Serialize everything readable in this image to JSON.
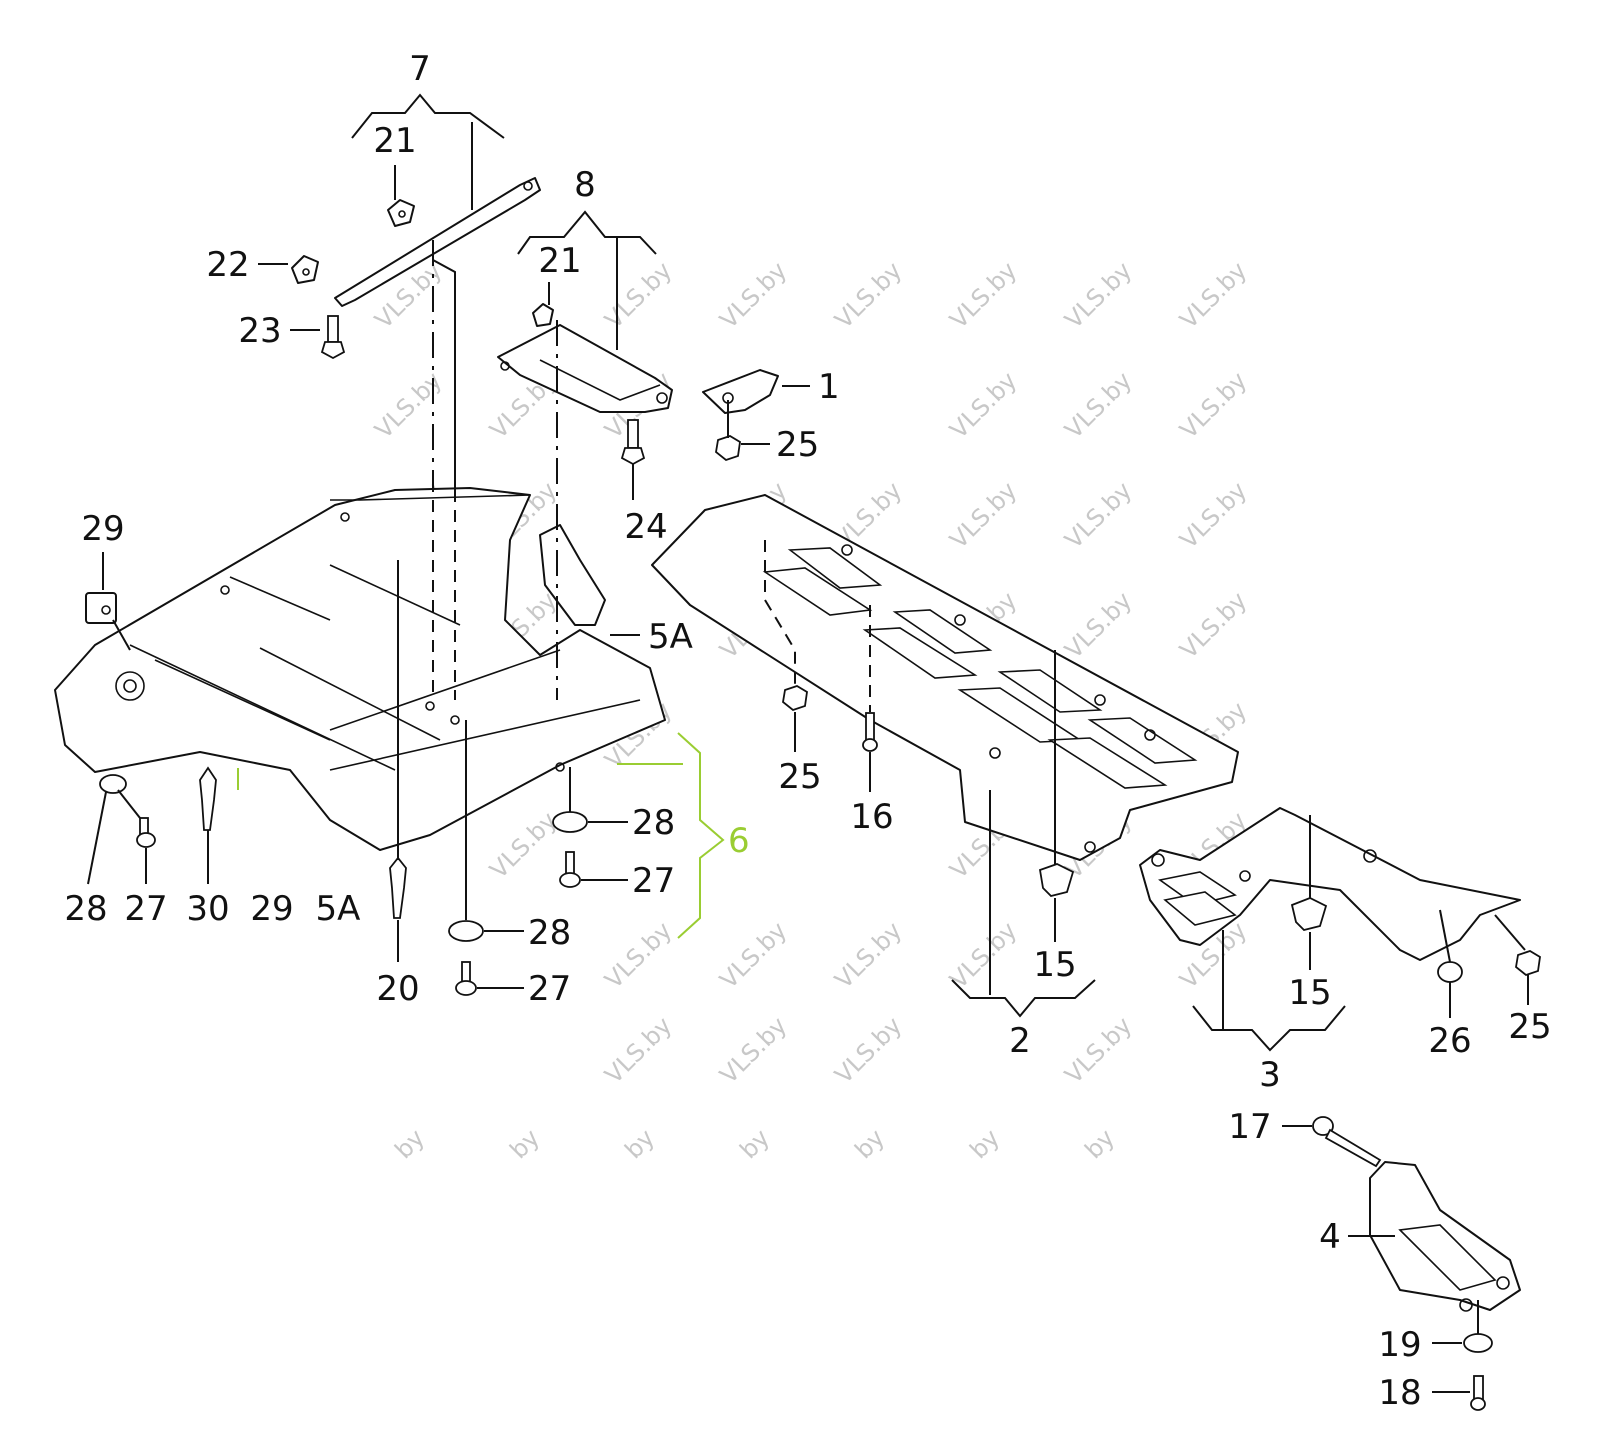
{
  "diagram": {
    "title": "Underbody panel / engine guard exploded parts diagram",
    "watermark_text": "VLS.by",
    "watermark_partial_text": "by",
    "accent_color": "#9acd32",
    "callouts": [
      {
        "id": "c7",
        "label": "7"
      },
      {
        "id": "c21a",
        "label": "21"
      },
      {
        "id": "c22",
        "label": "22"
      },
      {
        "id": "c23",
        "label": "23"
      },
      {
        "id": "c8",
        "label": "8"
      },
      {
        "id": "c21b",
        "label": "21"
      },
      {
        "id": "c1",
        "label": "1"
      },
      {
        "id": "c25a",
        "label": "25"
      },
      {
        "id": "c24",
        "label": "24"
      },
      {
        "id": "c29a",
        "label": "29"
      },
      {
        "id": "c5Aa",
        "label": "5A"
      },
      {
        "id": "c25b",
        "label": "25"
      },
      {
        "id": "c16",
        "label": "16"
      },
      {
        "id": "c28a",
        "label": "28"
      },
      {
        "id": "c27a",
        "label": "27"
      },
      {
        "id": "c30",
        "label": "30"
      },
      {
        "id": "c29b",
        "label": "29"
      },
      {
        "id": "c5Ab",
        "label": "5A"
      },
      {
        "id": "c20",
        "label": "20"
      },
      {
        "id": "c28b",
        "label": "28"
      },
      {
        "id": "c27b",
        "label": "27"
      },
      {
        "id": "c28c",
        "label": "28"
      },
      {
        "id": "c27c",
        "label": "27"
      },
      {
        "id": "c6",
        "label": "6"
      },
      {
        "id": "c15a",
        "label": "15"
      },
      {
        "id": "c2",
        "label": "2"
      },
      {
        "id": "c15b",
        "label": "15"
      },
      {
        "id": "c3",
        "label": "3"
      },
      {
        "id": "c26",
        "label": "26"
      },
      {
        "id": "c25c",
        "label": "25"
      },
      {
        "id": "c17",
        "label": "17"
      },
      {
        "id": "c4",
        "label": "4"
      },
      {
        "id": "c19",
        "label": "19"
      },
      {
        "id": "c18",
        "label": "18"
      }
    ]
  }
}
